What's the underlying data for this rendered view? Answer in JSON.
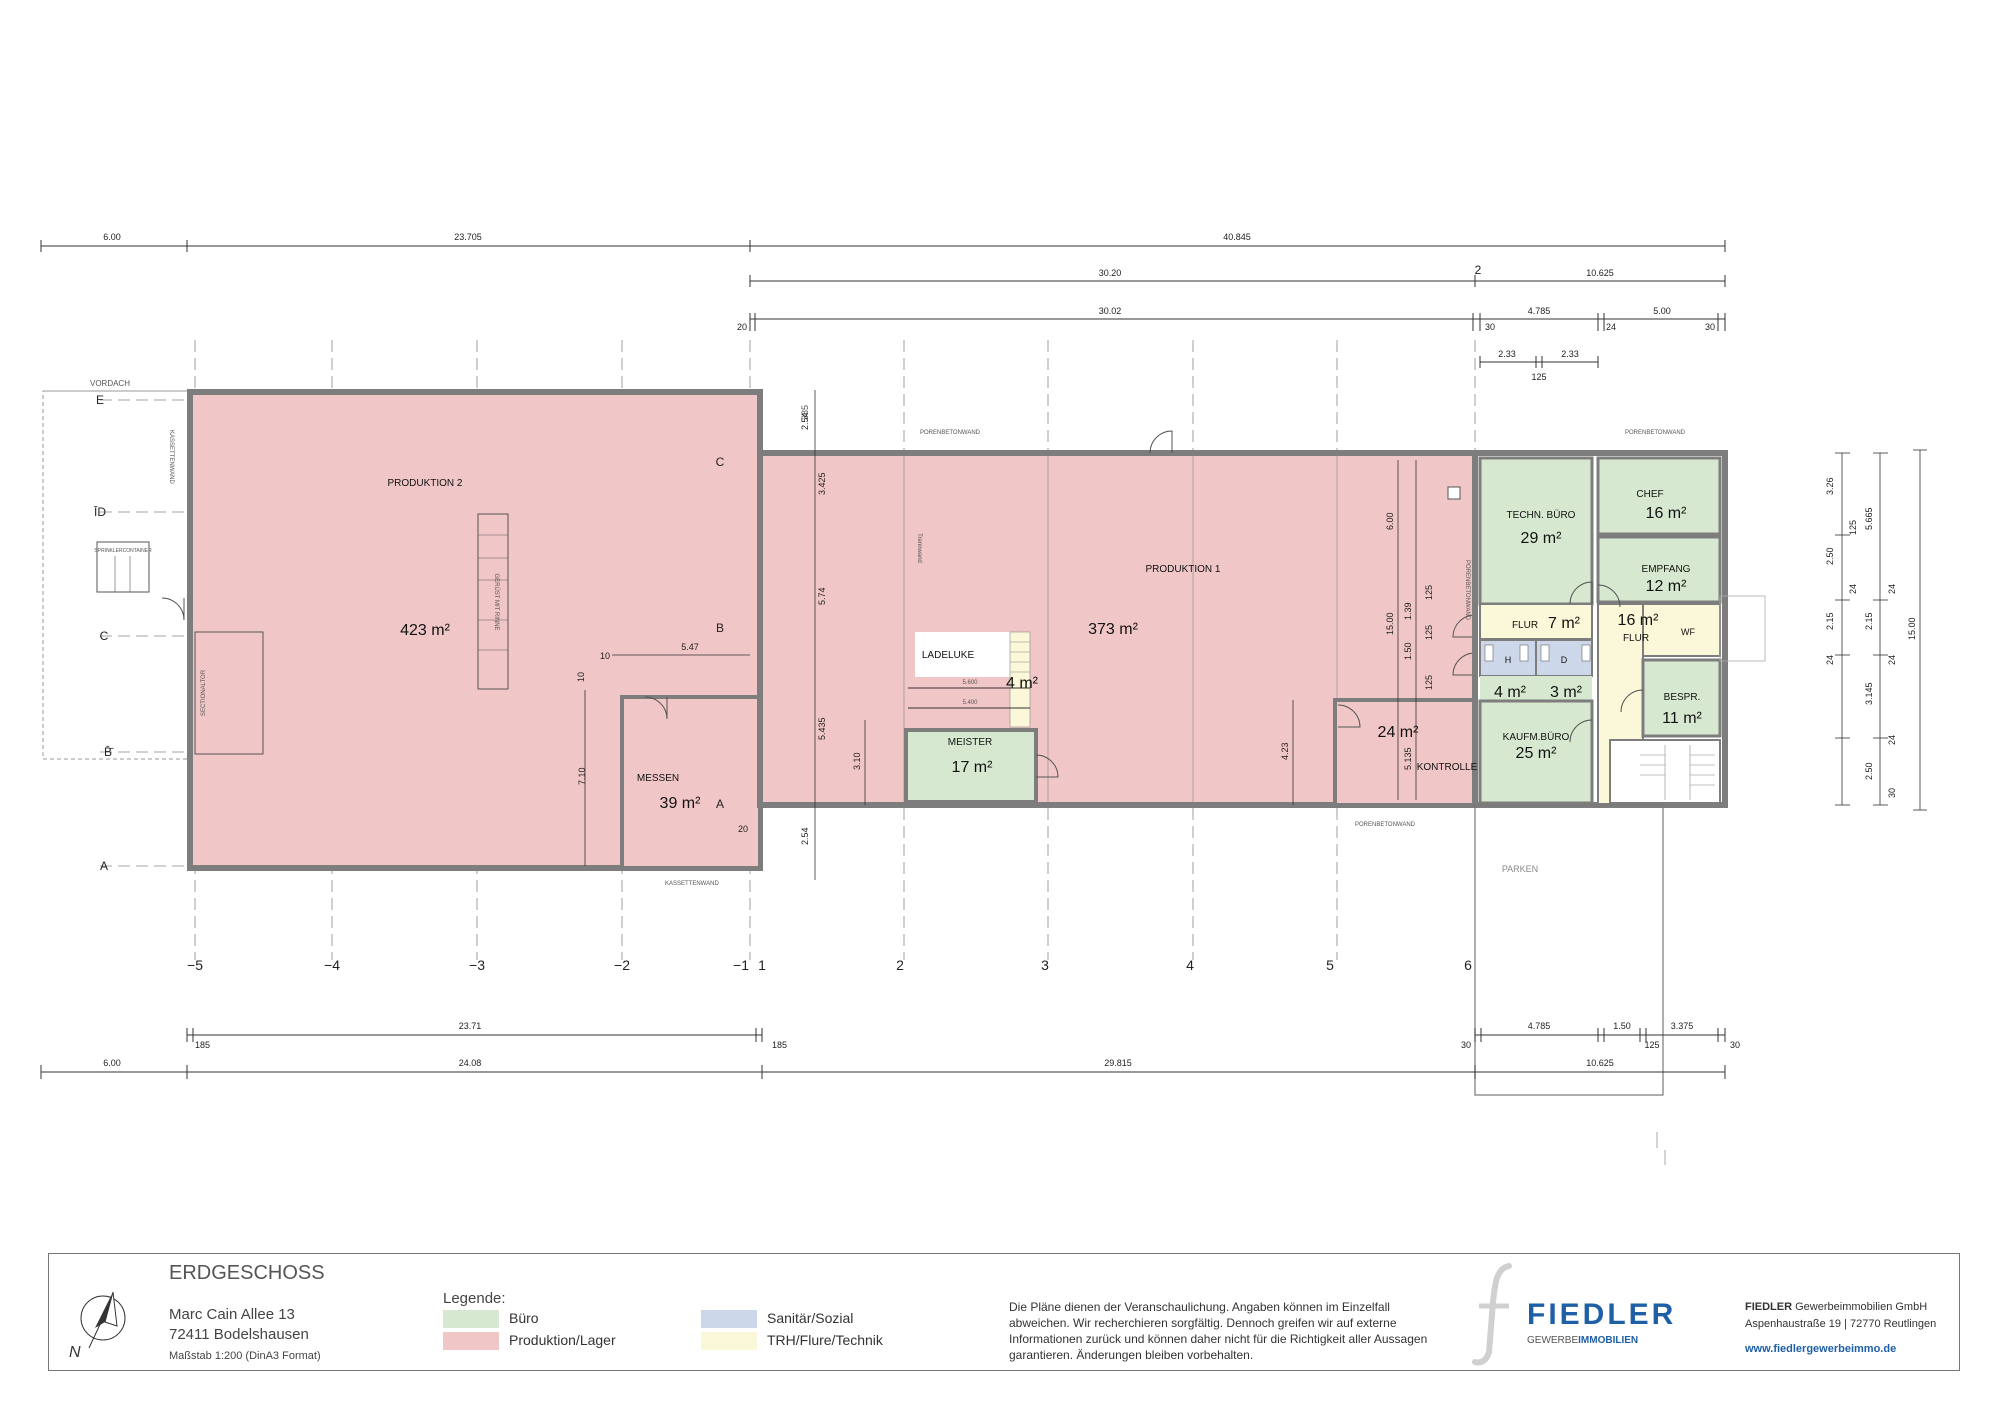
{
  "colors": {
    "produktion": "#f1c6c7",
    "buero": "#d6e9d0",
    "sanitaer": "#cdd7ea",
    "flure": "#fbf7d9",
    "wall": "#7d7d7d"
  },
  "dimensions": {
    "top1": [
      "6.00",
      "23.705",
      "40.845"
    ],
    "top2": [
      "30.20",
      "2",
      "10.625"
    ],
    "top3": [
      "20",
      "30.02",
      "30",
      "4.785",
      "24",
      "5.00",
      "30"
    ],
    "top4": [
      "2.33",
      "2.33",
      "125"
    ],
    "bottom1": [
      "185",
      "23.71",
      "185",
      "30",
      "4.785",
      "1.50",
      "3.375",
      "30",
      "125"
    ],
    "bottom2": [
      "6.00",
      "24.08",
      "29.815",
      "10.625"
    ],
    "inner": [
      "385",
      "2.54",
      "3.425",
      "5.74",
      "5.435",
      "3.10",
      "2.54",
      "10",
      "5.47",
      "10",
      "7.10",
      "20",
      "6.00",
      "1.39",
      "1.50",
      "15.00",
      "4.23",
      "5.135",
      "125",
      "125",
      "125"
    ],
    "right": [
      "3.26",
      "125",
      "5.665",
      "2.50",
      "24",
      "24",
      "2.15",
      "2.15",
      "24",
      "24",
      "3.145",
      "24",
      "2.50",
      "30",
      "15.00"
    ],
    "stair": [
      "5.600",
      "5.400"
    ]
  },
  "grid": {
    "columns": [
      "−5",
      "−4",
      "−3",
      "−2",
      "−1",
      "1",
      "2",
      "3",
      "4",
      "5",
      "6"
    ],
    "rows_left": [
      "E",
      "ĪD",
      "C",
      "B̄̄",
      "A"
    ],
    "rows_mid": [
      "C",
      "B",
      "A"
    ]
  },
  "rooms": {
    "produktion2": {
      "label": "PRODUKTION 2",
      "area": "423 m²"
    },
    "produktion1": {
      "label": "PRODUKTION 1",
      "area": "373 m²"
    },
    "messen": {
      "label": "MESSEN",
      "area": "39 m²"
    },
    "ladeluke": {
      "label": "LADELUKE",
      "area": "4 m²"
    },
    "meister": {
      "label": "MEISTER",
      "area": "17 m²"
    },
    "kontrolle": {
      "label": "KONTROLLE",
      "area": "24 m²"
    },
    "techn_buero": {
      "label": "TECHN. BÜRO",
      "area": "29 m²"
    },
    "chef": {
      "label": "CHEF",
      "area": "16 m²"
    },
    "empfang": {
      "label": "EMPFANG",
      "area": "12 m²"
    },
    "flur1": {
      "label": "FLUR",
      "area": "7 m²"
    },
    "flur2": {
      "label": "FLUR",
      "area": "16 m²"
    },
    "wf": {
      "label": "WF"
    },
    "wc_h": {
      "label": "H",
      "area": "4 m²"
    },
    "wc_d": {
      "label": "D",
      "area": "3 m²"
    },
    "kaufm_buero": {
      "label": "KAUFM.BÜRO",
      "area": "25 m²"
    },
    "bespr": {
      "label": "BESPR.",
      "area": "11 m²"
    },
    "parken": {
      "label": "PARKEN"
    },
    "vordach": {
      "label": "VORDACH"
    },
    "sprinkler": {
      "label": "SPRINKLERCONTAINER"
    },
    "sectional": {
      "label": "SECTIONALTOR"
    },
    "regal": {
      "label": "GERÜST MIT RINNE"
    },
    "kassette1": {
      "label": "KASSETTENWAND"
    },
    "kassette2": {
      "label": "KASSETTENWAND"
    },
    "kassette3": {
      "label": "KASSETTENWAND"
    },
    "poren1": {
      "label": "PORENBETONWAND"
    },
    "poren2": {
      "label": "PORENBETONWAND"
    },
    "poren3": {
      "label": "PORENBETONWAND"
    },
    "poren4": {
      "label": "PORENBETONWAND"
    },
    "poren5": {
      "label": "PORENBETONWAND"
    },
    "trennwand": {
      "label": "Trennwand"
    }
  },
  "footer": {
    "title": "ERDGESCHOSS",
    "address1": "Marc Cain Allee 13",
    "address2": "72411 Bodelshausen",
    "scale": "Maßstab 1:200 (DinA3 Format)",
    "north": "N",
    "legend_title": "Legende:",
    "legend": [
      "Büro",
      "Produktion/Lager",
      "Sanitär/Sozial",
      "TRH/Flure/Technik"
    ],
    "disclaimer": "Die Pläne dienen der Veranschaulichung. Angaben können im Einzelfall abweichen. Wir recherchieren sorgfältig. Dennoch greifen wir auf externe Informationen zurück und können daher nicht für die Richtigkeit aller Aussagen garantieren. Änderungen bleiben vorbehalten.",
    "brand": "FIEDLER",
    "brand_sub_a": "GEWERBE",
    "brand_sub_b": "IMMOBILIEN",
    "company_bold": "FIEDLER",
    "company_rest": " Gewerbeimmobilien GmbH",
    "company_addr": "Aspenhaustraße 19 | 72770 Reutlingen",
    "company_web": "www.fiedlergewerbeimmo.de"
  }
}
